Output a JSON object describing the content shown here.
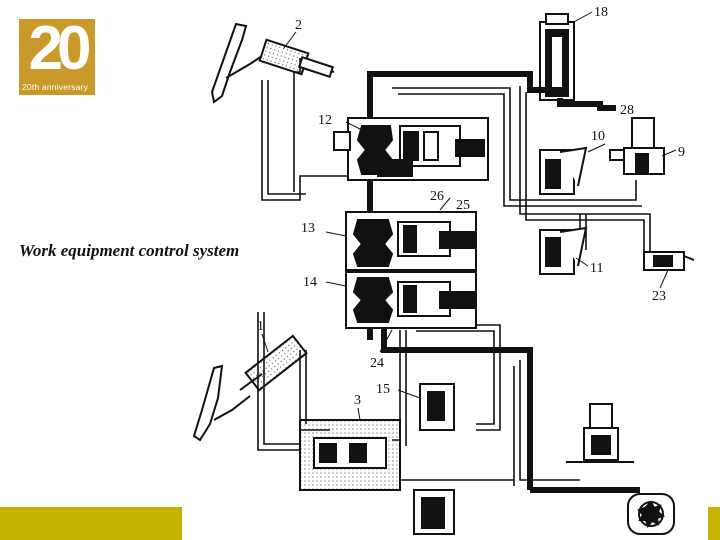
{
  "logo": {
    "number": "20",
    "subtitle": "20th anniversary"
  },
  "title": "Work equipment control system",
  "diagram": {
    "labels": {
      "l1": "1",
      "l2": "2",
      "l3": "3",
      "l9": "9",
      "l10": "10",
      "l11": "11",
      "l12": "12",
      "l13": "13",
      "l14": "14",
      "l15": "15",
      "l18": "18",
      "l23": "23",
      "l24": "24",
      "l25": "25",
      "l26": "26",
      "l28": "28"
    }
  },
  "colors": {
    "logo": "#c99a2a",
    "footer": "#c4b400",
    "lines": "#111111"
  }
}
